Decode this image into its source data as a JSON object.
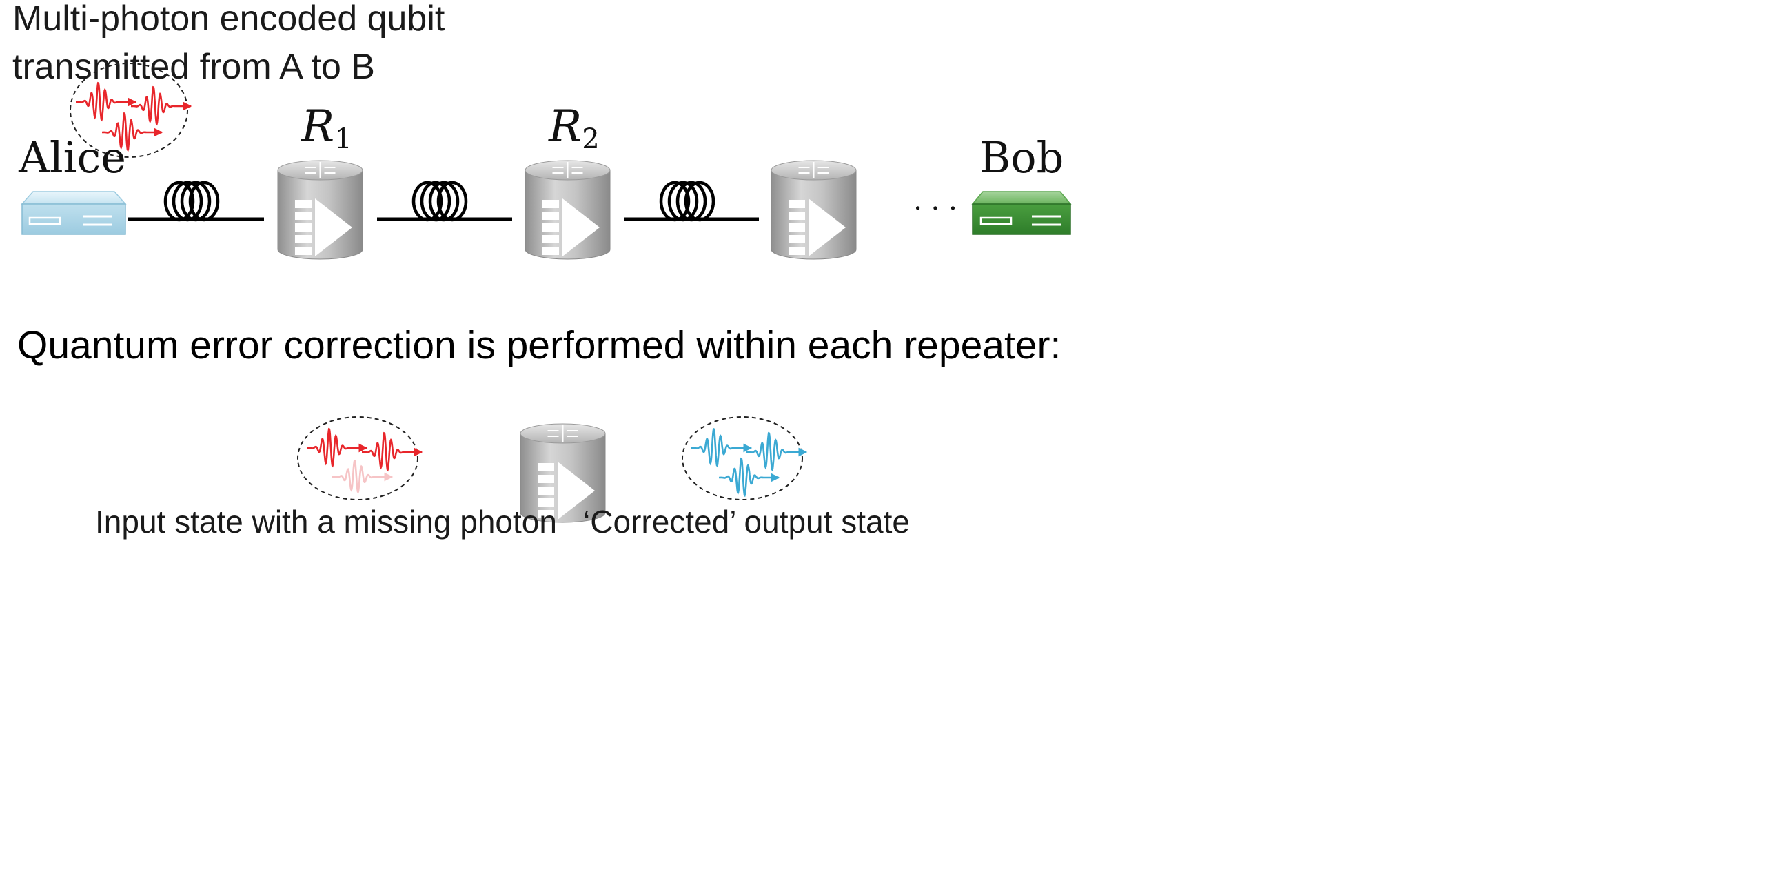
{
  "caption": {
    "line1": "Multi-photon encoded qubit",
    "line2": "transmitted from A to B"
  },
  "nodes": {
    "alice": "Alice",
    "bob": "Bob",
    "r1": {
      "base": "R",
      "sub": "1"
    },
    "r2": {
      "base": "R",
      "sub": "2"
    },
    "ellipsis": "· · ·"
  },
  "heading": "Quantum error correction is performed within each repeater:",
  "bottom": {
    "input_label": "Input state with a missing photon",
    "output_label": "‘Corrected’ output state"
  },
  "colors": {
    "photon_red": "#e8262b",
    "photon_faded": "#f6c4c6",
    "photon_blue": "#3ba9d3",
    "alice_device": "#c9e6f2",
    "bob_device": "#3f9a3c",
    "repeater": "#b8b8b8",
    "fiber": "#000000"
  }
}
